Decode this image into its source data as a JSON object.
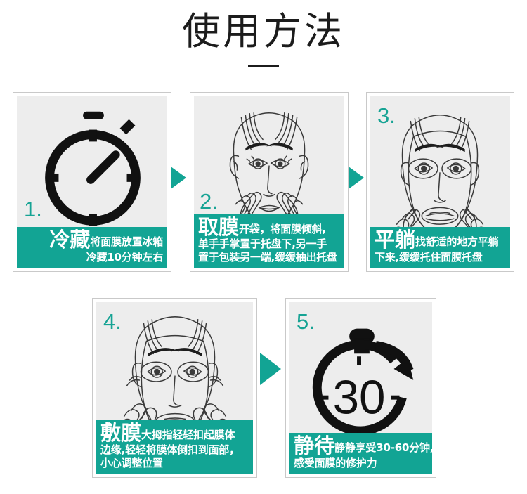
{
  "page": {
    "title": "使用方法",
    "accent_color": "#12a494",
    "panel_bg": "#ededed",
    "panel_border": "#c9c9c9",
    "title_color": "#1c1c1c"
  },
  "steps": [
    {
      "number": "1.",
      "icon": "stopwatch-icon",
      "heading": "冷藏",
      "lines": [
        "将面膜放置冰箱",
        "冷藏10分钟左右"
      ],
      "align": "right"
    },
    {
      "number": "2.",
      "icon": "face-hands-cheeks-illustration",
      "heading": "取膜",
      "lines": [
        "开袋，将面膜倾斜,",
        "单手手掌置于托盘下,另一手",
        "置于包装另一端,缓缓抽出托盘"
      ],
      "align": "left"
    },
    {
      "number": "3.",
      "icon": "face-sheet-mask-held-illustration",
      "heading": "平躺",
      "lines": [
        "找舒适的地方平躺",
        "下来,缓缓托住面膜托盘"
      ],
      "align": "left"
    },
    {
      "number": "4.",
      "icon": "face-mask-applying-illustration",
      "heading": "敷膜",
      "lines": [
        "大拇指轻轻扣起膜体",
        "边缘,轻轻将膜体倒扣到面部，",
        "小心调整位置"
      ],
      "align": "left"
    },
    {
      "number": "5.",
      "icon": "stopwatch-30-icon",
      "heading": "静待",
      "lines": [
        "静静享受30-60分钟,",
        "感受面膜的修护力"
      ],
      "align": "left"
    }
  ],
  "timer": {
    "value": "30"
  },
  "arrows": [
    {
      "name": "arrow-step1-to-step2"
    },
    {
      "name": "arrow-step2-to-step3"
    },
    {
      "name": "arrow-step4-to-step5"
    }
  ]
}
